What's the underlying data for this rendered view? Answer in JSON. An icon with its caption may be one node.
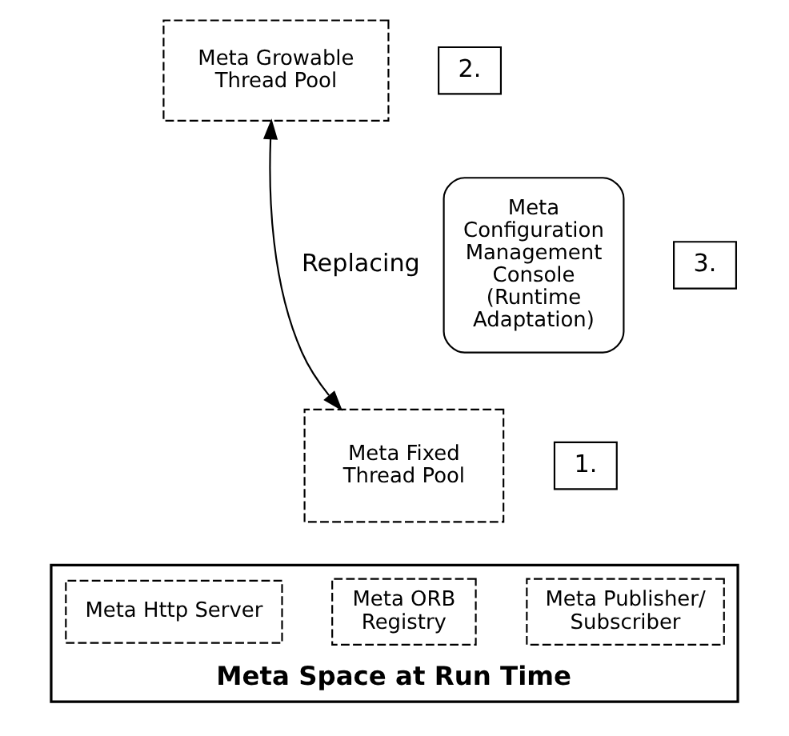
{
  "diagram": {
    "nodes": [
      {
        "text": [
          "Meta Growable Thread Pool"
        ],
        "beside": [
          "2."
        ]
      },
      {
        "text": [
          "Meta Configuration Management Console",
          "(Runtime Adaptation)"
        ],
        "beside": [
          "3."
        ]
      },
      {
        "text": [
          "Meta Space at Run Time"
        ]
      },
      {
        "text": [
          "Meta Fixed Thread Pool"
        ],
        "beside": [
          "1."
        ]
      },
      {
        "text": [
          "Meta Publisher/ Subscriber"
        ],
        "in": 2
      },
      {
        "text": [
          "Meta ORB Registry"
        ],
        "in": 2
      },
      {
        "text": [
          "Meta Http Server"
        ],
        "in": 2
      }
    ],
    "edges": [
      {
        "from": 3,
        "to": 0,
        "arrow": "both",
        "label": "Replacing"
      }
    ]
  }
}
